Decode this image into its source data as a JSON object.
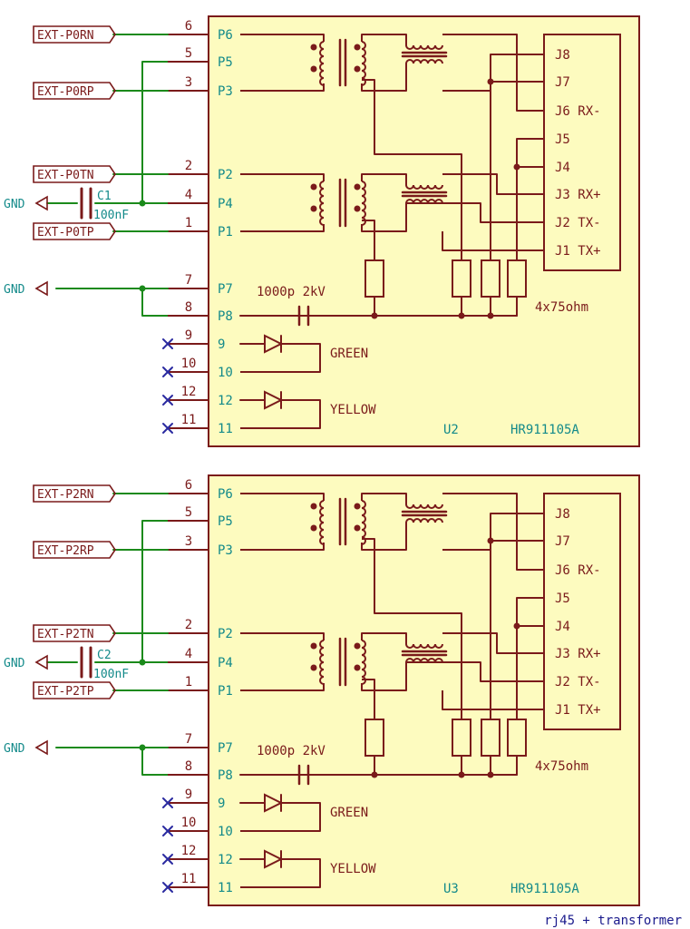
{
  "footer": {
    "caption": "rj45 + transformer"
  },
  "colors": {
    "body_fill": "#fdfbbf",
    "part_line": "#7a1a1a",
    "wire": "#1b8a1b",
    "pin_text": "#138a8a",
    "no_connect": "#2a2aa0"
  },
  "labels": {
    "common_mode_cap": "1000p 2kV",
    "termination": "4x75ohm",
    "led_green": "GREEN",
    "led_yellow": "YELLOW",
    "gnd": "GND"
  },
  "connector_pins": [
    "J8",
    "J7",
    "J6 RX-",
    "J5",
    "J4",
    "J3 RX+",
    "J2 TX-",
    "J1 TX+"
  ],
  "blocks": [
    {
      "ref": "U2",
      "value": "HR911105A",
      "cap_ref": "C1",
      "cap_value": "100nF",
      "nets": {
        "rn": "EXT-P0RN",
        "rp": "EXT-P0RP",
        "tn": "EXT-P0TN",
        "tp": "EXT-P0TP"
      }
    },
    {
      "ref": "U3",
      "value": "HR911105A",
      "cap_ref": "C2",
      "cap_value": "100nF",
      "nets": {
        "rn": "EXT-P2RN",
        "rp": "EXT-P2RP",
        "tn": "EXT-P2TN",
        "tp": "EXT-P2TP"
      }
    }
  ],
  "pins": [
    {
      "num": "6",
      "name": "P6"
    },
    {
      "num": "5",
      "name": "P5"
    },
    {
      "num": "3",
      "name": "P3"
    },
    {
      "num": "2",
      "name": "P2"
    },
    {
      "num": "4",
      "name": "P4"
    },
    {
      "num": "1",
      "name": "P1"
    },
    {
      "num": "7",
      "name": "P7"
    },
    {
      "num": "8",
      "name": "P8"
    },
    {
      "num": "9",
      "name": "9"
    },
    {
      "num": "10",
      "name": "10"
    },
    {
      "num": "12",
      "name": "12"
    },
    {
      "num": "11",
      "name": "11"
    }
  ]
}
